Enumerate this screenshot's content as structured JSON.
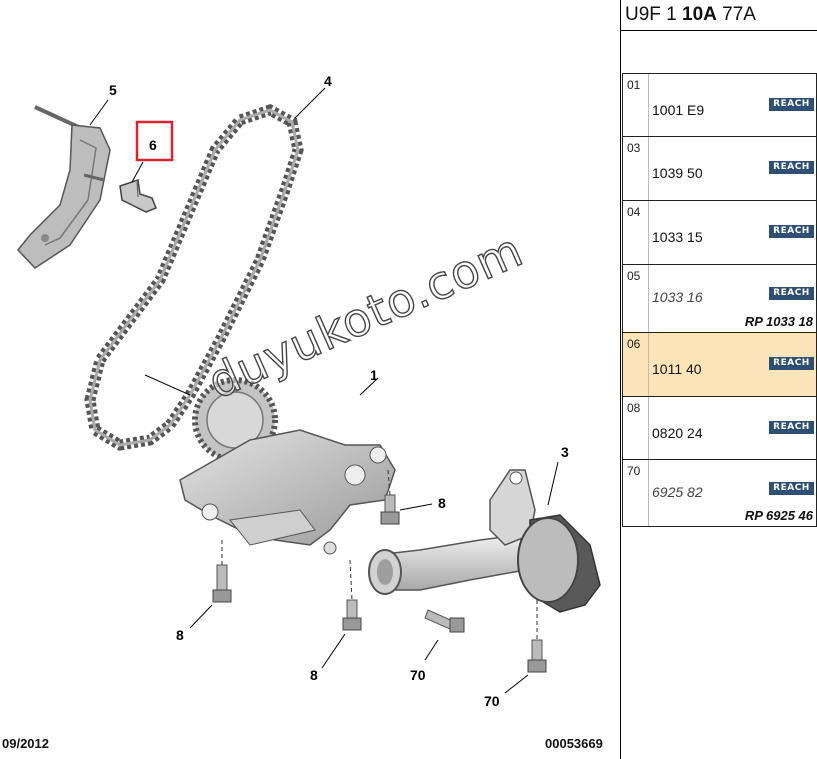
{
  "diagram": {
    "callouts": [
      "1",
      "3",
      "4",
      "5",
      "6",
      "8",
      "8",
      "8",
      "8",
      "70",
      "70"
    ],
    "date_code": "09/2012",
    "drawing_number": "00053669",
    "watermark": "duyukoto.com"
  },
  "panel": {
    "title_prefix": "U9F 1",
    "title_bold": "10A",
    "title_suffix": "77A",
    "rows": [
      {
        "index": "01",
        "code": "1001 E9",
        "badge": "REACH",
        "replacement": "",
        "selected": false,
        "italic": false
      },
      {
        "index": "03",
        "code": "1039 50",
        "badge": "REACH",
        "replacement": "",
        "selected": false,
        "italic": false
      },
      {
        "index": "04",
        "code": "1033 15",
        "badge": "REACH",
        "replacement": "",
        "selected": false,
        "italic": false
      },
      {
        "index": "05",
        "code": "1033 16",
        "badge": "REACH",
        "replacement": "RP 1033 18",
        "selected": false,
        "italic": true
      },
      {
        "index": "06",
        "code": "1011 40",
        "badge": "REACH",
        "replacement": "",
        "selected": true,
        "italic": false
      },
      {
        "index": "08",
        "code": "0820 24",
        "badge": "REACH",
        "replacement": "",
        "selected": false,
        "italic": false
      },
      {
        "index": "70",
        "code": "6925 82",
        "badge": "REACH",
        "replacement": "RP 6925 46",
        "selected": false,
        "italic": true
      }
    ]
  },
  "colors": {
    "selected_row": "#fde5b9",
    "highlight_box": "#d9232e",
    "reach_badge": "#2d4f73"
  }
}
